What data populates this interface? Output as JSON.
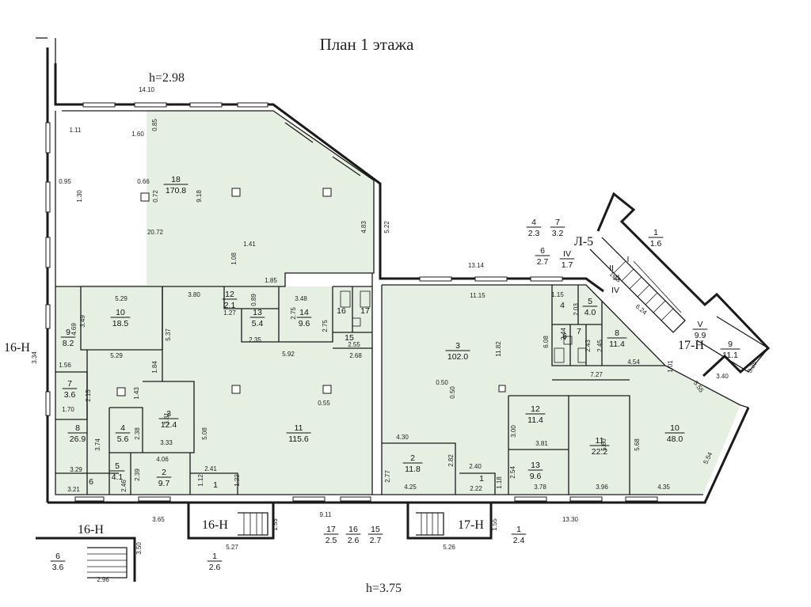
{
  "title": "План 1 этажа",
  "heights": {
    "top": "h=2.98",
    "bottom": "h=3.75"
  },
  "sections": [
    {
      "id": "16-H-left",
      "label": "16-Н"
    },
    {
      "id": "16-H-bottom-left",
      "label": "16-Н"
    },
    {
      "id": "16-H-bottom-center",
      "label": "16-Н"
    },
    {
      "id": "17-H-bottom",
      "label": "17-Н"
    },
    {
      "id": "17-H-right",
      "label": "17-Н"
    },
    {
      "id": "L-5",
      "label": "Л-5"
    }
  ],
  "rooms": [
    {
      "id": "r18",
      "num": "18",
      "area": "170.8"
    },
    {
      "id": "r10a",
      "num": "10",
      "area": "18.5"
    },
    {
      "id": "r12a",
      "num": "12",
      "area": "2.1"
    },
    {
      "id": "r13a",
      "num": "13",
      "area": "5.4"
    },
    {
      "id": "r14",
      "num": "14",
      "area": "9.6"
    },
    {
      "id": "r16",
      "num": "16",
      "area": ""
    },
    {
      "id": "r17",
      "num": "17",
      "area": ""
    },
    {
      "id": "r15",
      "num": "15",
      "area": ""
    },
    {
      "id": "r9a",
      "num": "9",
      "area": "8.2"
    },
    {
      "id": "r7a",
      "num": "7",
      "area": "3.6"
    },
    {
      "id": "r8a",
      "num": "8",
      "area": "26.9"
    },
    {
      "id": "r4a",
      "num": "4",
      "area": "5.6"
    },
    {
      "id": "r3a",
      "num": "3",
      "area": "12.4"
    },
    {
      "id": "r5a",
      "num": "5",
      "area": "4.1"
    },
    {
      "id": "r2a",
      "num": "2",
      "area": "9.7"
    },
    {
      "id": "r6a",
      "num": "6",
      "area": ""
    },
    {
      "id": "r1a",
      "num": "1",
      "area": ""
    },
    {
      "id": "r11a",
      "num": "11",
      "area": "115.6"
    },
    {
      "id": "r3b",
      "num": "3",
      "area": "102.0"
    },
    {
      "id": "r4b",
      "num": "4",
      "area": ""
    },
    {
      "id": "r5b",
      "num": "5",
      "area": "4.0"
    },
    {
      "id": "r6b",
      "num": "6",
      "area": ""
    },
    {
      "id": "r7b",
      "num": "7",
      "area": ""
    },
    {
      "id": "r8b",
      "num": "8",
      "area": "11.4"
    },
    {
      "id": "r12b",
      "num": "12",
      "area": "11.4"
    },
    {
      "id": "r13b",
      "num": "13",
      "area": "9.6"
    },
    {
      "id": "r11b",
      "num": "11",
      "area": "22.2"
    },
    {
      "id": "r10b",
      "num": "10",
      "area": "48.0"
    },
    {
      "id": "r2b",
      "num": "2",
      "area": "11.8"
    },
    {
      "id": "r1b",
      "num": "1",
      "area": ""
    },
    {
      "id": "rI",
      "num": "I",
      "area": ""
    },
    {
      "id": "rII",
      "num": "II",
      "area": ""
    },
    {
      "id": "rIII",
      "num": "III",
      "area": ""
    },
    {
      "id": "rIVs",
      "num": "IV",
      "area": ""
    },
    {
      "id": "rV",
      "num": "V",
      "area": "9.9"
    },
    {
      "id": "r9b",
      "num": "9",
      "area": "11.1"
    }
  ],
  "external_fractions": [
    {
      "id": "f4",
      "num": "4",
      "area": "2.3"
    },
    {
      "id": "f7",
      "num": "7",
      "area": "3.2"
    },
    {
      "id": "f6",
      "num": "6",
      "area": "2.7"
    },
    {
      "id": "fIV",
      "num": "IV",
      "area": "1.7"
    },
    {
      "id": "f1top",
      "num": "1",
      "area": "1.6"
    },
    {
      "id": "f17",
      "num": "17",
      "area": "2.5"
    },
    {
      "id": "f16",
      "num": "16",
      "area": "2.6"
    },
    {
      "id": "f15",
      "num": "15",
      "area": "2.7"
    },
    {
      "id": "f1bot",
      "num": "1",
      "area": "2.4"
    },
    {
      "id": "f1left",
      "num": "1",
      "area": "2.6"
    },
    {
      "id": "f6left",
      "num": "6",
      "area": "3.6"
    }
  ],
  "dimensions": [
    "14.10",
    "1.11",
    "1.60",
    "0.85",
    "0.95",
    "1.30",
    "0.66",
    "0.72",
    "9.18",
    "20.72",
    "4.83",
    "5.22",
    "1.41",
    "1.08",
    "1.85",
    "13.14",
    "11.15",
    "5.29",
    "3.80",
    "3.49",
    "4.69",
    "3.34",
    "1.56",
    "5.37",
    "1.27",
    "0.89",
    "2.75",
    "3.48",
    "2.75",
    "2.35",
    "5.92",
    "2.55",
    "2.68",
    "5.29",
    "1.84",
    "2.15",
    "1.70",
    "1.43",
    "3.81",
    "2.38",
    "3.74",
    "3.33",
    "4.06",
    "2.39",
    "2.46",
    "3.29",
    "3.21",
    "5.08",
    "2.41",
    "1.12",
    "1.22",
    "0.55",
    "3.65",
    "5.27",
    "1.55",
    "9.11",
    "1.55",
    "5.26",
    "3.50",
    "2.96",
    "4.30",
    "2.77",
    "4.25",
    "2.82",
    "2.40",
    "2.22",
    "1.18",
    "0.50",
    "0.50",
    "11.82",
    "6.08",
    "1.15",
    "2.03",
    "2.44",
    "2.43",
    "2.45",
    "7.27",
    "4.54",
    "1.01",
    "3.00",
    "3.81",
    "2.54",
    "3.78",
    "3.96",
    "5.60",
    "5.68",
    "4.35",
    "5.54",
    "13.30",
    "6.24",
    "1.18",
    "5.55",
    "3.40",
    "3.25"
  ]
}
